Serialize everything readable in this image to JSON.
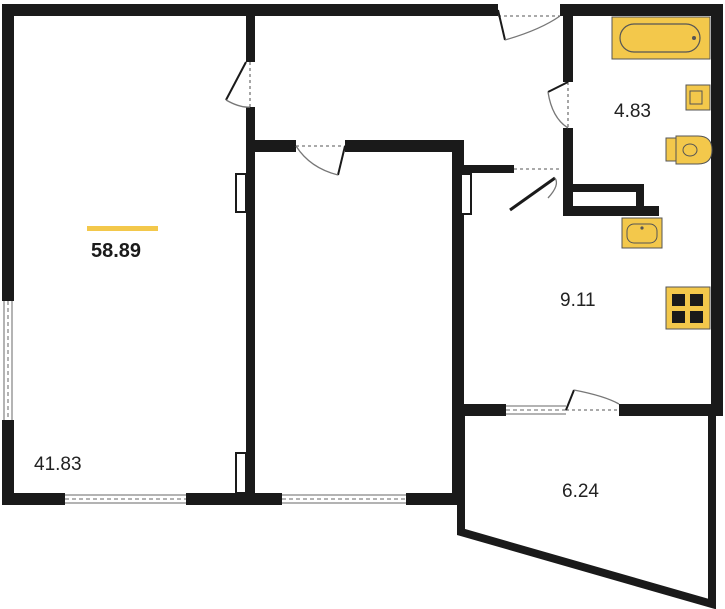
{
  "colors": {
    "wall": "#1a1a1a",
    "fixture": "#f3c84b",
    "fixture_stroke": "#555555",
    "accent": "#f3c84b",
    "window": "#9a9a9a",
    "door": "#777777"
  },
  "plan": {
    "total_area": "58.89",
    "rooms": [
      {
        "id": "living-room",
        "area": "41.83"
      },
      {
        "id": "bathroom",
        "area": "4.83"
      },
      {
        "id": "kitchen",
        "area": "9.11"
      },
      {
        "id": "balcony",
        "area": "6.24"
      }
    ],
    "icons": [
      "bathtub-icon",
      "washbasin-icon",
      "toilet-icon",
      "kitchen-sink-icon",
      "stove-icon"
    ]
  }
}
